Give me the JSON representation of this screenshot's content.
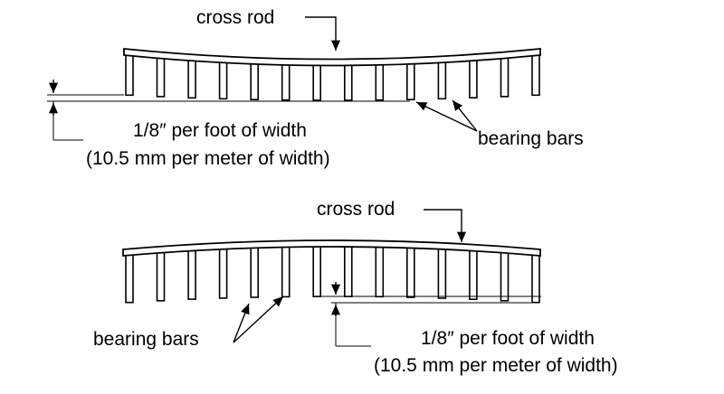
{
  "top_diagram": {
    "cross_rod_label": "cross rod",
    "bearing_bars_label": "bearing bars",
    "tolerance_line1": "1/8″ per foot of width",
    "tolerance_line2": "(10.5 mm per meter of width)",
    "bar_count": 14
  },
  "bottom_diagram": {
    "cross_rod_label": "cross rod",
    "bearing_bars_label": "bearing bars",
    "tolerance_line1": "1/8″ per foot of width",
    "tolerance_line2": "(10.5 mm per meter of width)",
    "bar_count": 14
  }
}
